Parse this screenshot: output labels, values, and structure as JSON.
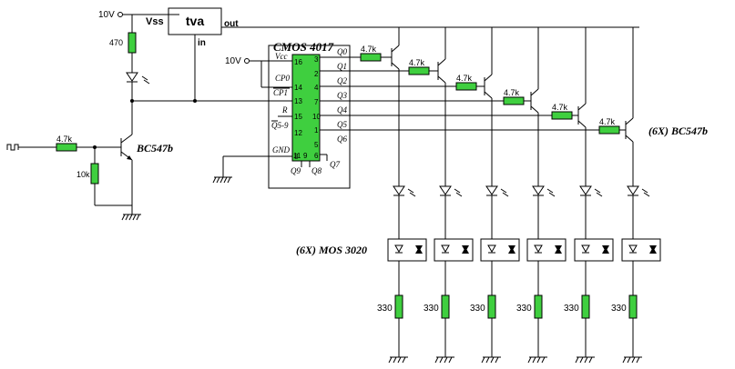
{
  "supply": {
    "vcc_top": "10V",
    "vcc_ic": "10V",
    "vss": "Vss"
  },
  "tva": {
    "label": "tva",
    "out": "out",
    "in": "in"
  },
  "input_transistor": {
    "label": "BC547b"
  },
  "resistors": {
    "r_470": "470",
    "r_input": "4.7k",
    "r_10k": "10k",
    "r_q": "4.7k",
    "r_out": "330"
  },
  "ic": {
    "title": "CMOS 4017",
    "left_pins": [
      {
        "name": "Vcc",
        "num": "16"
      },
      {
        "name": "CP0",
        "num": "14"
      },
      {
        "name": "CP1",
        "num": "13"
      },
      {
        "name": "R",
        "num": "15"
      },
      {
        "name": "Q5-9",
        "num": "12"
      },
      {
        "name": "GND",
        "num": "8"
      }
    ],
    "right_pins": [
      {
        "name": "Q0",
        "num": "3"
      },
      {
        "name": "Q1",
        "num": "2"
      },
      {
        "name": "Q2",
        "num": "4"
      },
      {
        "name": "Q3",
        "num": "7"
      },
      {
        "name": "Q4",
        "num": "10"
      },
      {
        "name": "Q5",
        "num": "1"
      },
      {
        "name": "Q6",
        "num": "5"
      }
    ],
    "bottom_nums": [
      "11",
      "9",
      "6"
    ],
    "bottom_labels": {
      "q9": "Q9",
      "q8": "Q8",
      "q7": "Q7"
    }
  },
  "output_transistors": {
    "label": "(6X)  BC547b"
  },
  "optocouplers": {
    "label": "(6X) MOS 3020"
  },
  "channels": 6
}
